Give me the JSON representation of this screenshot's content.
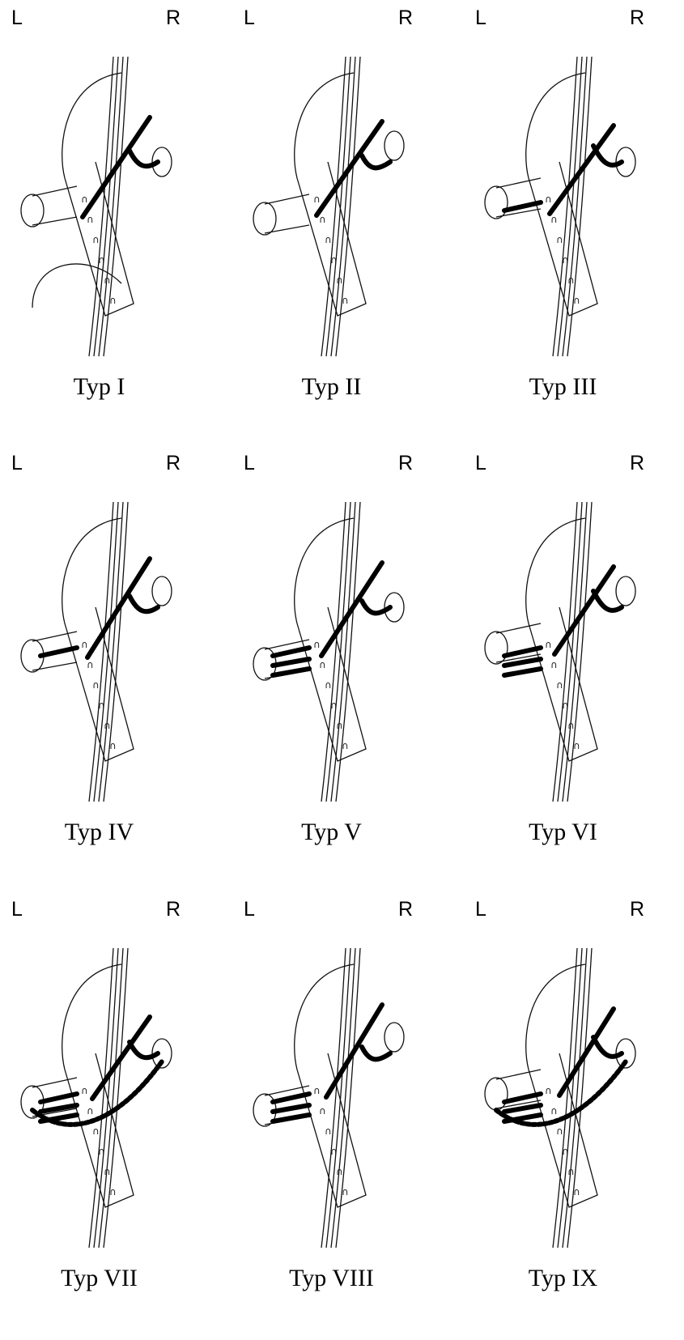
{
  "side_labels": {
    "left": "L",
    "right": "R"
  },
  "panels": [
    {
      "caption": "Typ I",
      "variant": 1
    },
    {
      "caption": "Typ II",
      "variant": 2
    },
    {
      "caption": "Typ III",
      "variant": 3
    },
    {
      "caption": "Typ IV",
      "variant": 4
    },
    {
      "caption": "Typ V",
      "variant": 5
    },
    {
      "caption": "Typ VI",
      "variant": 6
    },
    {
      "caption": "Typ VII",
      "variant": 7
    },
    {
      "caption": "Typ VIII",
      "variant": 8
    },
    {
      "caption": "Typ IX",
      "variant": 9
    }
  ]
}
